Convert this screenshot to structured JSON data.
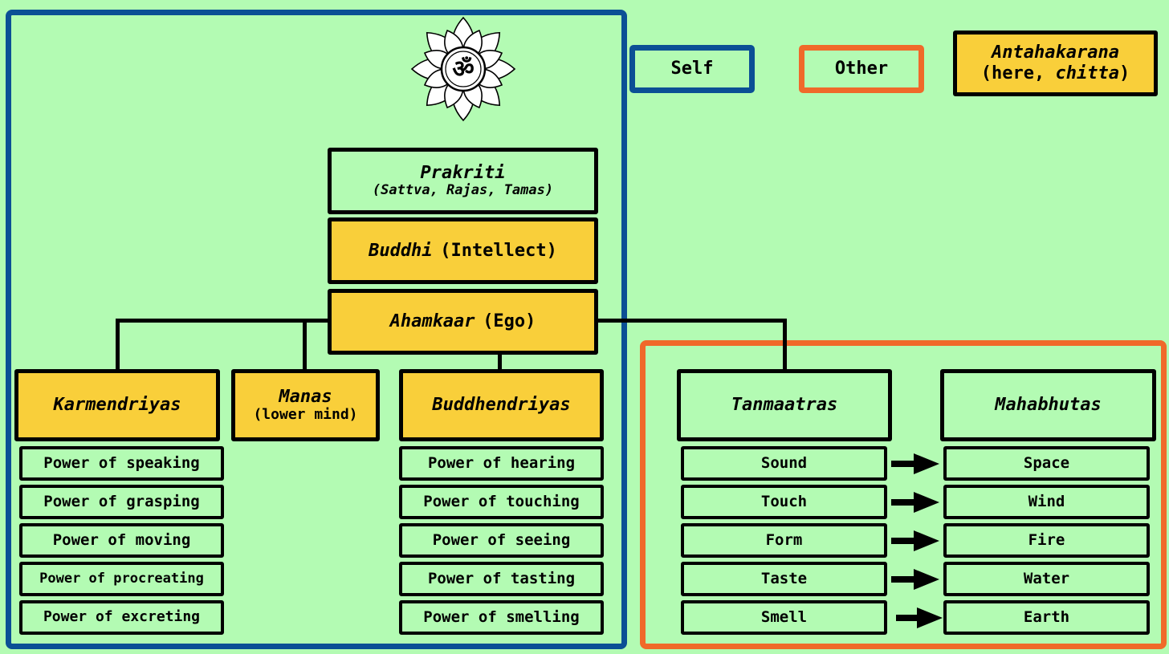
{
  "legend": {
    "self": "Self",
    "other": "Other",
    "antahakarana_line1": "Antahakarana",
    "antahakarana_line2_pre": "(here, ",
    "antahakarana_line2_em": "chitta",
    "antahakarana_line2_post": ")"
  },
  "colors": {
    "background": "#b3fbb3",
    "self_border": "#0b4f95",
    "other_border": "#f0692a",
    "antahakarana_fill": "#f9cf3a"
  },
  "symbol": {
    "icon": "om-lotus-icon",
    "glyph": "ॐ"
  },
  "prakriti": {
    "name": "Prakriti",
    "gunas": "(Sattva, Rajas, Tamas)"
  },
  "buddhi": {
    "name": "Buddhi",
    "gloss": "(Intellect)"
  },
  "ahamkaar": {
    "name": "Ahamkaar",
    "gloss": "(Ego)"
  },
  "karmendriyas": {
    "title": "Karmendriyas",
    "items": [
      "Power of speaking",
      "Power of grasping",
      "Power of moving",
      "Power of procreating",
      "Power of excreting"
    ]
  },
  "manas": {
    "name": "Manas",
    "gloss": "(lower mind)"
  },
  "buddhendriyas": {
    "title": "Buddhendriyas",
    "items": [
      "Power of hearing",
      "Power of touching",
      "Power of seeing",
      "Power of tasting",
      "Power of smelling"
    ]
  },
  "tanmaatras": {
    "title": "Tanmaatras",
    "items": [
      "Sound",
      "Touch",
      "Form",
      "Taste",
      "Smell"
    ]
  },
  "mahabhutas": {
    "title": "Mahabhutas",
    "items": [
      "Space",
      "Wind",
      "Fire",
      "Water",
      "Earth"
    ]
  }
}
